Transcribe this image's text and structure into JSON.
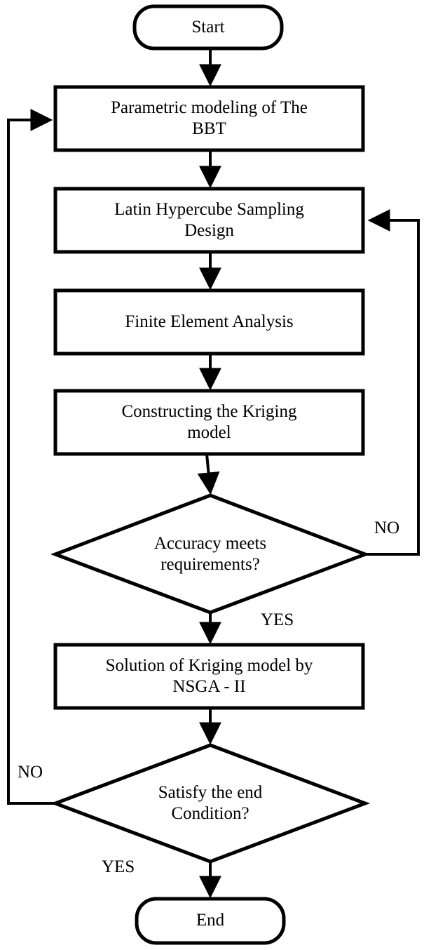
{
  "diagram": {
    "title": "Optimization workflow flowchart",
    "stroke_color": "#000000",
    "fill_color": "#ffffff",
    "nodes": {
      "start": {
        "label": "Start",
        "shape": "terminator"
      },
      "parametric_modeling": {
        "label": "Parametric modeling of The\nBBT",
        "shape": "process"
      },
      "lhs_design": {
        "label": "Latin Hypercube Sampling\nDesign",
        "shape": "process"
      },
      "fea": {
        "label": "Finite Element Analysis",
        "shape": "process"
      },
      "kriging_model": {
        "label": "Constructing the Kriging\nmodel",
        "shape": "process"
      },
      "accuracy_decision": {
        "label": "Accuracy meets\nrequirements?",
        "shape": "decision"
      },
      "nsga": {
        "label": "Solution of Kriging model by\nNSGA - II",
        "shape": "process"
      },
      "end_condition_decision": {
        "label": "Satisfy the end\nCondition?",
        "shape": "decision"
      },
      "end": {
        "label": "End",
        "shape": "terminator"
      }
    },
    "edge_labels": {
      "accuracy_no": "NO",
      "accuracy_yes": "YES",
      "end_condition_no": "NO",
      "end_condition_yes": "YES"
    }
  }
}
